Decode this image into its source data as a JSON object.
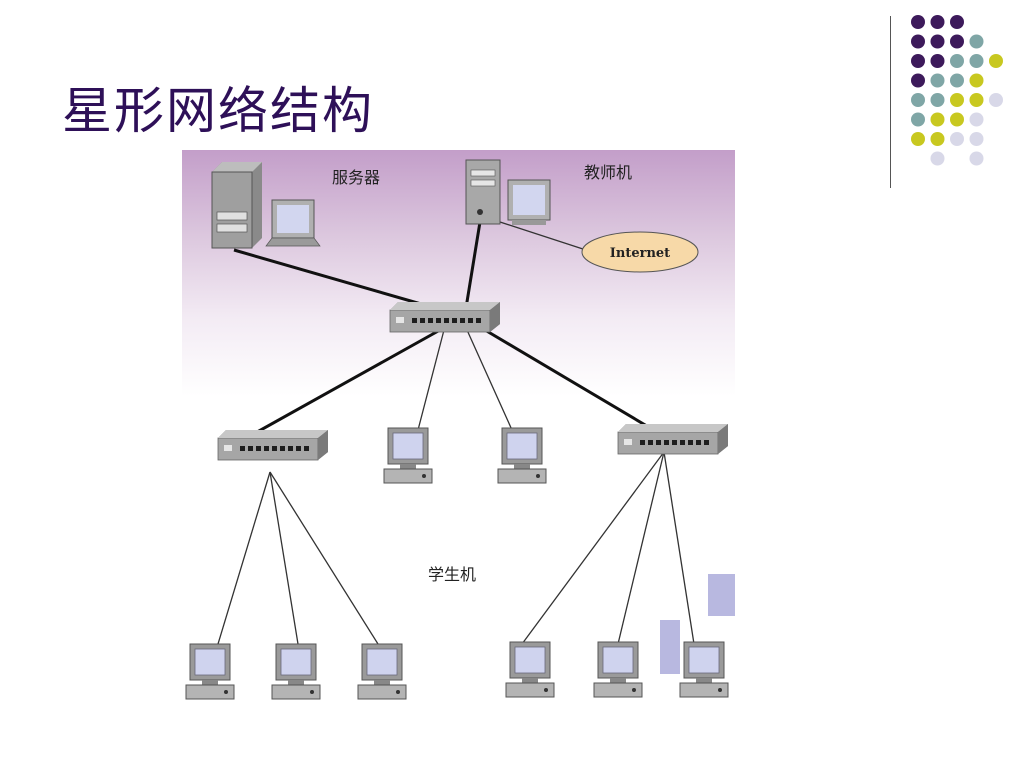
{
  "slide": {
    "title": "星形网络结构"
  },
  "diagram": {
    "server_label": "服务器",
    "teacher_label": "教师机",
    "internet_label": "Internet",
    "students_label": "学生机"
  },
  "colors": {
    "title": "#2e1058",
    "dot_purple": "#3d1a5b",
    "dot_teal": "#7fa6a6",
    "dot_yellow": "#c8c820",
    "dot_lilac": "#d8d8e8",
    "internet_fill": "#f7d9a8"
  }
}
